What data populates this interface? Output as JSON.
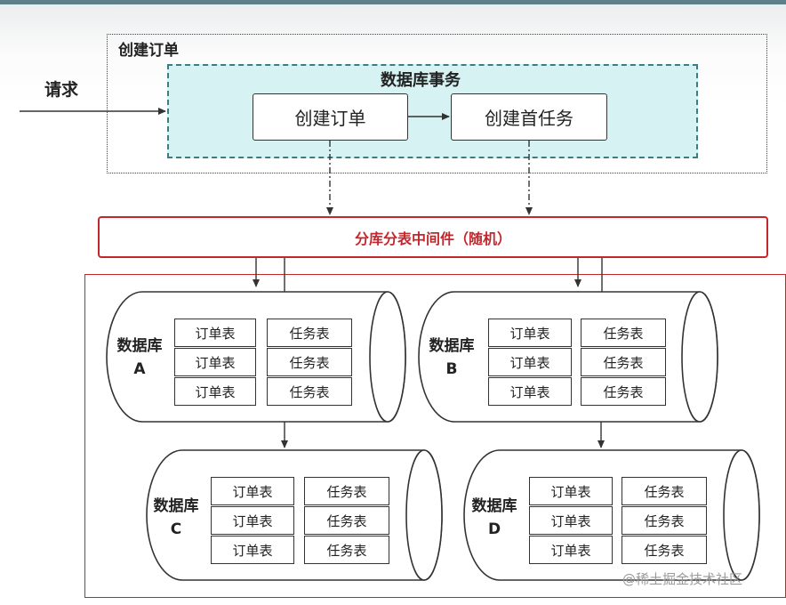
{
  "top_label": "创建订单",
  "request_label": "请求",
  "transaction": {
    "title": "数据库事务",
    "steps": [
      "创建订单",
      "创建首任务"
    ]
  },
  "middleware_label": "分库分表中间件（随机）",
  "databases": [
    {
      "name": "数据库",
      "letter": "A",
      "tables": [
        [
          "订单表",
          "任务表"
        ],
        [
          "订单表",
          "任务表"
        ],
        [
          "订单表",
          "任务表"
        ]
      ]
    },
    {
      "name": "数据库",
      "letter": "B",
      "tables": [
        [
          "订单表",
          "任务表"
        ],
        [
          "订单表",
          "任务表"
        ],
        [
          "订单表",
          "任务表"
        ]
      ]
    },
    {
      "name": "数据库",
      "letter": "C",
      "tables": [
        [
          "订单表",
          "任务表"
        ],
        [
          "订单表",
          "任务表"
        ],
        [
          "订单表",
          "任务表"
        ]
      ]
    },
    {
      "name": "数据库",
      "letter": "D",
      "tables": [
        [
          "订单表",
          "任务表"
        ],
        [
          "订单表",
          "任务表"
        ],
        [
          "订单表",
          "任务表"
        ]
      ]
    }
  ],
  "watermark": "@稀土掘金技术社区",
  "colors": {
    "accent_red": "#c1272d",
    "tx_fill": "#d7f2f3",
    "tx_border": "#3d7d80"
  }
}
